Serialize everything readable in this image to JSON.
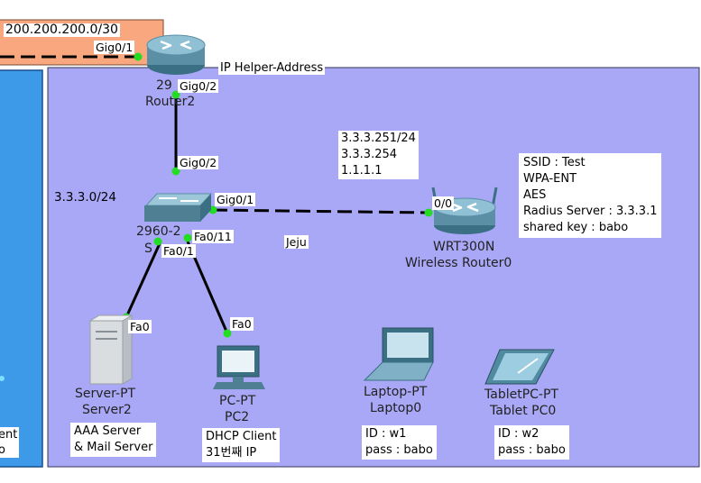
{
  "areas": {
    "top_network_label": "200.200.200.0/30",
    "ip_helper_label": "IP Helper-Address",
    "left_area_text": [
      "ent",
      "o"
    ]
  },
  "router": {
    "model": "29",
    "name": "Router2",
    "ports": {
      "gig01": "Gig0/1",
      "gig02_top": "Gig0/2",
      "gig02_bottom": "Gig0/2"
    }
  },
  "switch": {
    "model": "2960-2",
    "name": "S",
    "subnet_label": "3.3.3.0/24",
    "ports": {
      "gig01": "Gig0/1",
      "fa011": "Fa0/11",
      "fa01": "Fa0/1"
    }
  },
  "wireless_router": {
    "port": "0/0",
    "model": "WRT300N",
    "name": "Wireless Router0",
    "ip_info": [
      "3.3.3.251/24",
      "3.3.3.254",
      "1.1.1.1"
    ],
    "wifi_info": [
      "SSID : Test",
      "WPA-ENT",
      "AES",
      "Radius Server : 3.3.3.1",
      "shared key : babo"
    ]
  },
  "area_name": "Jeju",
  "server": {
    "port": "Fa0",
    "model": "Server-PT",
    "name": "Server2",
    "caption": [
      "AAA Server",
      "& Mail Server"
    ]
  },
  "pc": {
    "port": "Fa0",
    "model": "PC-PT",
    "name": "PC2",
    "caption": [
      "DHCP Client",
      "31번째 IP"
    ]
  },
  "laptop": {
    "model": "Laptop-PT",
    "name": "Laptop0",
    "caption": [
      "ID : w1",
      "pass : babo"
    ]
  },
  "tablet": {
    "model": "TabletPC-PT",
    "name": "Tablet PC0",
    "caption": [
      "ID : w2",
      "pass : babo"
    ]
  },
  "colors": {
    "area_fill": "#a9a8f7",
    "left_area": "#3d9ae8",
    "top_area": "#f9a77f",
    "link_dot": "#22dd22"
  }
}
